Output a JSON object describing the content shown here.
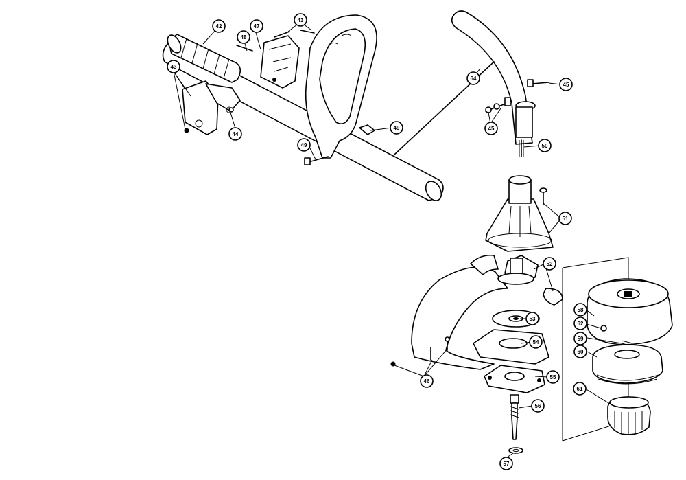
{
  "callouts": [
    {
      "id": "c42",
      "label": "42"
    },
    {
      "id": "c47",
      "label": "47"
    },
    {
      "id": "c48",
      "label": "48"
    },
    {
      "id": "c43a",
      "label": "43"
    },
    {
      "id": "c43b",
      "label": "43"
    },
    {
      "id": "c44",
      "label": "44"
    },
    {
      "id": "c49a",
      "label": "49"
    },
    {
      "id": "c49b",
      "label": "49"
    },
    {
      "id": "c64",
      "label": "64"
    },
    {
      "id": "c45a",
      "label": "45"
    },
    {
      "id": "c45b",
      "label": "45"
    },
    {
      "id": "c50",
      "label": "50"
    },
    {
      "id": "c51",
      "label": "51"
    },
    {
      "id": "c52",
      "label": "52"
    },
    {
      "id": "c53",
      "label": "53"
    },
    {
      "id": "c54",
      "label": "54"
    },
    {
      "id": "c55",
      "label": "55"
    },
    {
      "id": "c56",
      "label": "56"
    },
    {
      "id": "c57",
      "label": "57"
    },
    {
      "id": "c46",
      "label": "46"
    },
    {
      "id": "c58",
      "label": "58"
    },
    {
      "id": "c62",
      "label": "62"
    },
    {
      "id": "c59",
      "label": "59"
    },
    {
      "id": "c60",
      "label": "60"
    },
    {
      "id": "c61",
      "label": "61"
    }
  ]
}
